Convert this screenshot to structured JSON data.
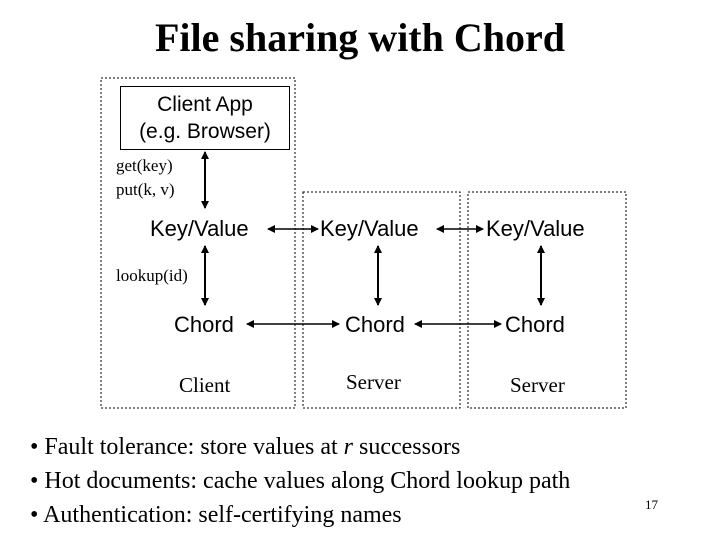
{
  "title": "File sharing with Chord",
  "client_app": {
    "line1": "Client App",
    "line2": "(e.g. Browser)"
  },
  "calls": {
    "get": "get(key)",
    "put": "put(k, v)",
    "lookup": "lookup(id)"
  },
  "layers": {
    "kv": "Key/Value",
    "chord": "Chord"
  },
  "columns": [
    {
      "label": "Client"
    },
    {
      "label": "Server"
    },
    {
      "label": "Server"
    }
  ],
  "bullets": [
    {
      "text_before": "Fault tolerance:  store values at ",
      "text_italic": "r",
      "text_after": " successors"
    },
    {
      "text_before": "Hot documents: cache values along Chord lookup path",
      "text_italic": "",
      "text_after": ""
    },
    {
      "text_before": "Authentication: self-certifying names",
      "text_italic": "",
      "text_after": ""
    }
  ],
  "page_number": "17"
}
